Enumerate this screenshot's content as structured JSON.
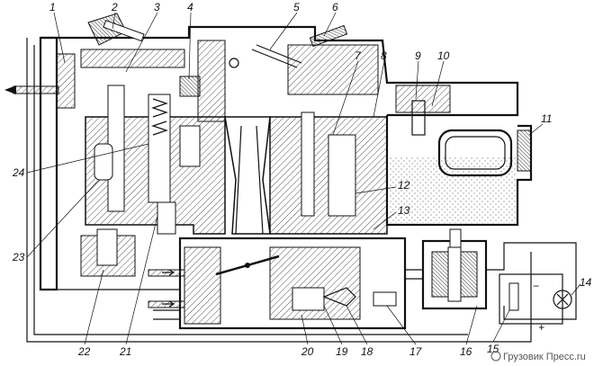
{
  "callouts": [
    "1",
    "2",
    "3",
    "4",
    "5",
    "6",
    "7",
    "8",
    "9",
    "10",
    "11",
    "12",
    "13",
    "14",
    "15",
    "16",
    "17",
    "18",
    "19",
    "20",
    "21",
    "22",
    "23",
    "24"
  ],
  "electric_symbols": {
    "minus": "−",
    "plus": "+"
  },
  "watermark": "Грузовик Пресс",
  "watermark_domain": ".ru",
  "colors": {
    "ink": "#111111",
    "hatch": "#555555",
    "background": "#ffffff"
  }
}
